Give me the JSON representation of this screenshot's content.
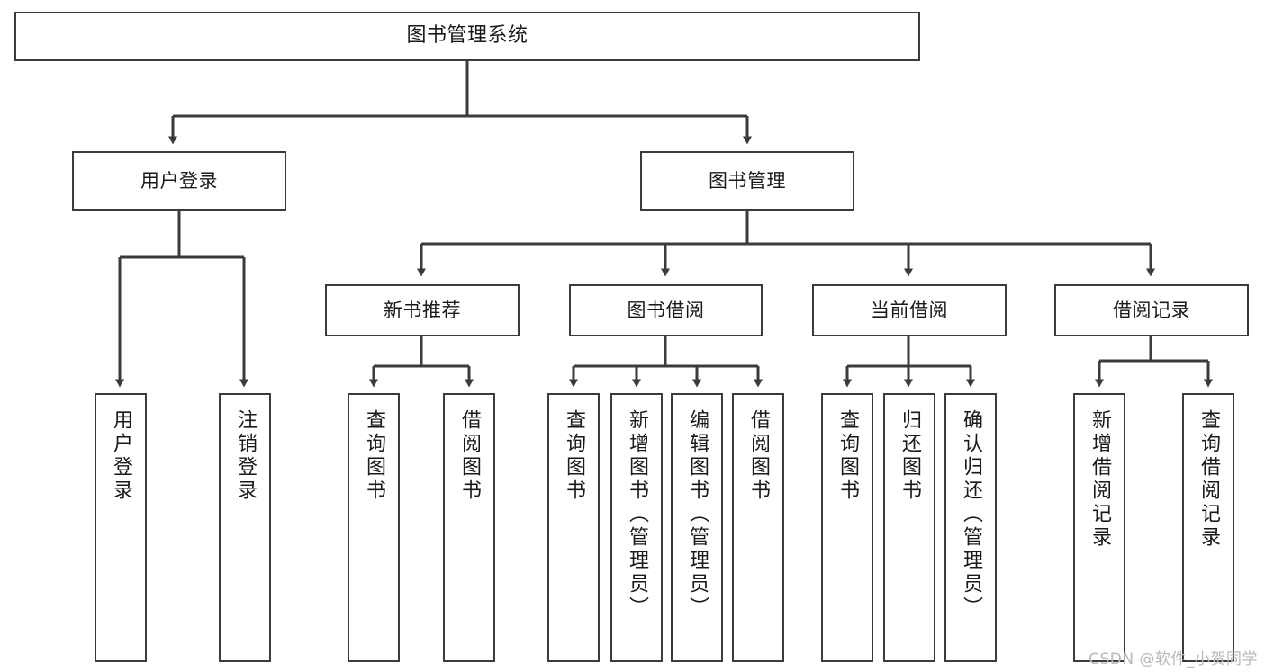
{
  "diagram": {
    "title": "图书管理系统",
    "type": "tree-hierarchy",
    "style": {
      "box_border_color": "#3b3b3b",
      "box_fill_color": "#ffffff",
      "line_color": "#3b3b3b",
      "text_color": "#1a1a1a",
      "background_color": "#ffffff",
      "watermark_color": "#b9b9b9"
    },
    "watermark": "CSDN @软件_小贺同学",
    "nodes": {
      "root": {
        "label": "图书管理系统",
        "level": 1,
        "orientation": "horizontal"
      },
      "user_login": {
        "label": "用户登录",
        "level": 2,
        "orientation": "horizontal"
      },
      "book_manage": {
        "label": "图书管理",
        "level": 2,
        "orientation": "horizontal"
      },
      "new_book_rec": {
        "label": "新书推荐",
        "level": 3,
        "orientation": "horizontal"
      },
      "book_borrow": {
        "label": "图书借阅",
        "level": 3,
        "orientation": "horizontal"
      },
      "current_borrow": {
        "label": "当前借阅",
        "level": 3,
        "orientation": "horizontal"
      },
      "borrow_record": {
        "label": "借阅记录",
        "level": 3,
        "orientation": "horizontal"
      },
      "leaf_user_login": {
        "label": "用户登录",
        "level": 4,
        "orientation": "vertical"
      },
      "leaf_logout": {
        "label": "注销登录",
        "level": 4,
        "orientation": "vertical"
      },
      "leaf_query_book_a": {
        "label": "查询图书",
        "level": 4,
        "orientation": "vertical"
      },
      "leaf_borrow_book_a": {
        "label": "借阅图书",
        "level": 4,
        "orientation": "vertical"
      },
      "leaf_query_book_b": {
        "label": "查询图书",
        "level": 4,
        "orientation": "vertical"
      },
      "leaf_add_book": {
        "label": "新增图书（管理员）",
        "level": 4,
        "orientation": "vertical"
      },
      "leaf_edit_book": {
        "label": "编辑图书（管理员）",
        "level": 4,
        "orientation": "vertical"
      },
      "leaf_borrow_book_b": {
        "label": "借阅图书",
        "level": 4,
        "orientation": "vertical"
      },
      "leaf_query_book_c": {
        "label": "查询图书",
        "level": 4,
        "orientation": "vertical"
      },
      "leaf_return_book": {
        "label": "归还图书",
        "level": 4,
        "orientation": "vertical"
      },
      "leaf_confirm_return": {
        "label": "确认归还（管理员）",
        "level": 4,
        "orientation": "vertical"
      },
      "leaf_add_record": {
        "label": "新增借阅记录",
        "level": 4,
        "orientation": "vertical"
      },
      "leaf_query_record": {
        "label": "查询借阅记录",
        "level": 4,
        "orientation": "vertical"
      }
    },
    "edges": [
      {
        "from": "root",
        "to": "user_login"
      },
      {
        "from": "root",
        "to": "book_manage"
      },
      {
        "from": "user_login",
        "to": "leaf_user_login"
      },
      {
        "from": "user_login",
        "to": "leaf_logout"
      },
      {
        "from": "book_manage",
        "to": "new_book_rec"
      },
      {
        "from": "book_manage",
        "to": "book_borrow"
      },
      {
        "from": "book_manage",
        "to": "current_borrow"
      },
      {
        "from": "book_manage",
        "to": "borrow_record"
      },
      {
        "from": "new_book_rec",
        "to": "leaf_query_book_a"
      },
      {
        "from": "new_book_rec",
        "to": "leaf_borrow_book_a"
      },
      {
        "from": "book_borrow",
        "to": "leaf_query_book_b"
      },
      {
        "from": "book_borrow",
        "to": "leaf_add_book"
      },
      {
        "from": "book_borrow",
        "to": "leaf_edit_book"
      },
      {
        "from": "book_borrow",
        "to": "leaf_borrow_book_b"
      },
      {
        "from": "current_borrow",
        "to": "leaf_query_book_c"
      },
      {
        "from": "current_borrow",
        "to": "leaf_return_book"
      },
      {
        "from": "current_borrow",
        "to": "leaf_confirm_return"
      },
      {
        "from": "borrow_record",
        "to": "leaf_add_record"
      },
      {
        "from": "borrow_record",
        "to": "leaf_query_record"
      }
    ]
  }
}
